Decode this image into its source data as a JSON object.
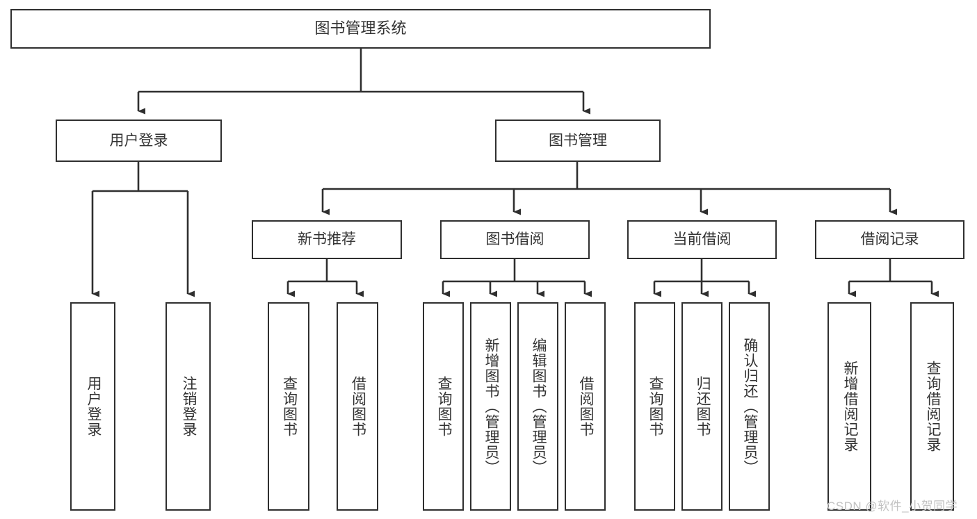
{
  "diagram": {
    "title": "图书管理系统",
    "type": "tree",
    "watermark": "CSDN @软件_小贺同学",
    "colors": {
      "border": "#2f2f2f",
      "text": "#333333",
      "background": "#ffffff",
      "watermark": "#c2c2c2"
    },
    "root": {
      "label": "图书管理系统"
    },
    "level2": [
      {
        "label": "用户登录"
      },
      {
        "label": "图书管理"
      }
    ],
    "level3": [
      {
        "label": "新书推荐"
      },
      {
        "label": "图书借阅"
      },
      {
        "label": "当前借阅"
      },
      {
        "label": "借阅记录"
      }
    ],
    "leaves": {
      "user_login": [
        {
          "label": "用户登录"
        },
        {
          "label": "注销登录"
        }
      ],
      "new_book_recommend": [
        {
          "label": "查询图书"
        },
        {
          "label": "借阅图书"
        }
      ],
      "book_borrow": [
        {
          "label": "查询图书"
        },
        {
          "label": "新增图书（管理员）"
        },
        {
          "label": "编辑图书（管理员）"
        },
        {
          "label": "借阅图书"
        }
      ],
      "current_borrow": [
        {
          "label": "查询图书"
        },
        {
          "label": "归还图书"
        },
        {
          "label": "确认归还（管理员）"
        }
      ],
      "borrow_record": [
        {
          "label": "新增借阅记录"
        },
        {
          "label": "查询借阅记录"
        }
      ]
    }
  }
}
